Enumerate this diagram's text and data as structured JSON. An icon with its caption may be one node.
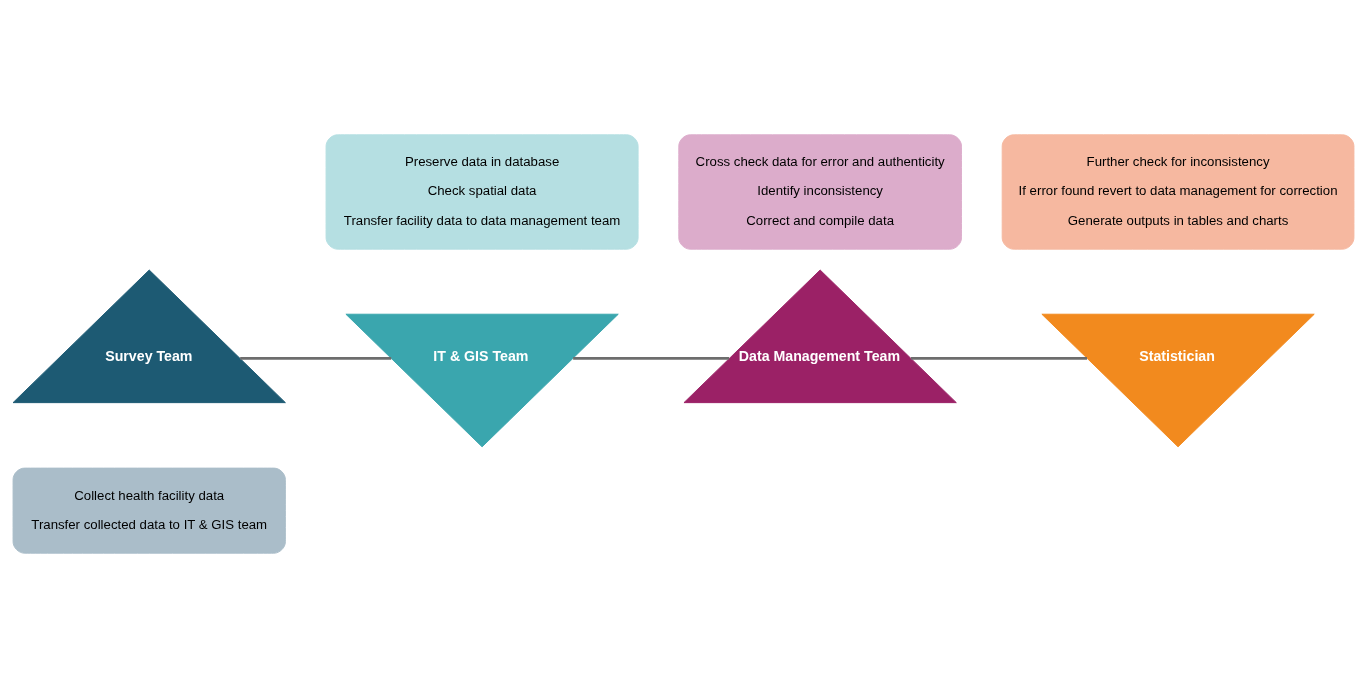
{
  "diagram": {
    "nodes": [
      {
        "text": [
          "Collect health facility data",
          "Transfer collected data to IT & GIS team"
        ]
      },
      {
        "text": [
          "Survey Team"
        ]
      },
      {
        "text": [
          "IT & GIS Team"
        ]
      },
      {
        "text": [
          "Preserve data in database",
          "Check spatial data",
          "Transfer facility data to data management team"
        ]
      },
      {
        "text": [
          "Cross check data for error and authenticity",
          "Identify inconsistency",
          "Correct and compile data"
        ]
      },
      {
        "text": [
          "Data Management Team"
        ]
      },
      {
        "text": [
          "Statistician"
        ]
      },
      {
        "text": [
          "Further check for inconsistency",
          "If error found revert to data management for correction",
          "Generate outputs in tables and charts"
        ]
      }
    ],
    "edges": [
      {
        "from": 1,
        "to": 2,
        "arrow": "none"
      },
      {
        "from": 2,
        "to": 5,
        "arrow": "none"
      },
      {
        "from": 5,
        "to": 6,
        "arrow": "none"
      }
    ]
  }
}
